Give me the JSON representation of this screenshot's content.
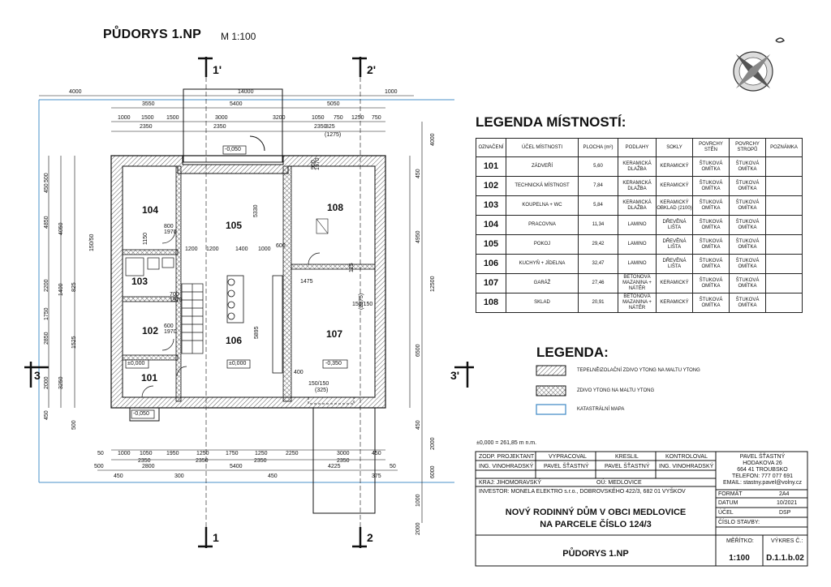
{
  "header": {
    "title": "PŮDORYS 1.NP",
    "scale": "M 1:100"
  },
  "sections": {
    "s1_top": "1'",
    "s1_bottom": "1",
    "s2_top": "2'",
    "s2_bottom": "2",
    "s3_left": "3",
    "s3_right": "3'"
  },
  "rooms_on_plan": [
    "101",
    "102",
    "103",
    "104",
    "105",
    "106",
    "107",
    "108"
  ],
  "levels": {
    "terrace": "-0,050",
    "main": "±0,000",
    "main2": "±0,000",
    "garage": "-0,350",
    "entry": "-0,050"
  },
  "dims": {
    "top_total": "14000",
    "top_left": "4000",
    "top_right": "1000",
    "top_row2": [
      "3550",
      "5400",
      "5050"
    ],
    "top_row3": [
      "1000",
      "1500",
      "1500",
      "3000",
      "3200",
      "1050",
      "750",
      "1250",
      "750"
    ],
    "top_row4": [
      "2350",
      "2350",
      "2350",
      "825",
      "(1275)"
    ],
    "bottom_row1": [
      "50",
      "1000",
      "1050",
      "1950",
      "1250",
      "1750",
      "1250",
      "2250",
      "3000",
      "450"
    ],
    "bottom_row2": [
      "2350",
      "2350",
      "2350",
      "2350"
    ],
    "bottom_row3": [
      "500",
      "2800",
      "5400",
      "4225",
      "50"
    ],
    "bottom_row4": [
      "450",
      "300",
      "450",
      "375"
    ],
    "left_col": [
      "500",
      "450",
      "4850",
      "4050",
      "150/50",
      "2200",
      "1400",
      "825",
      "1750",
      "2850",
      "1525",
      "2000",
      "3250",
      "450",
      "500"
    ],
    "right_col": [
      "4000",
      "450",
      "4950",
      "12500",
      "6500",
      "450",
      "2000",
      "6000",
      "1000",
      "2000"
    ],
    "inner": [
      "5330",
      "1200",
      "1200",
      "1400",
      "1000",
      "600",
      "1150",
      "1475",
      "125",
      "5895",
      "400",
      "150/150",
      "(325)",
      "150/150",
      "(2375)",
      "900",
      "1970",
      "800",
      "1970",
      "700",
      "1970",
      "600",
      "1970"
    ]
  },
  "legend_rooms": {
    "title": "LEGENDA MÍSTNOSTÍ:",
    "headers": [
      "OZNAČENÍ",
      "ÚČEL MÍSTNOSTI",
      "PLOCHA (m²)",
      "PODLAHY",
      "SOKLY",
      "POVRCHY STĚN",
      "POVRCHY STROPŮ",
      "POZNÁMKA"
    ],
    "rows": [
      [
        "101",
        "ZÁDVEŘÍ",
        "5,60",
        "KERAMICKÁ DLAŽBA",
        "KERAMICKÝ",
        "ŠTUKOVÁ OMÍTKA",
        "ŠTUKOVÁ OMÍTKA",
        ""
      ],
      [
        "102",
        "TECHNICKÁ MÍSTNOST",
        "7,84",
        "KERAMICKÁ DLAŽBA",
        "KERAMICKÝ",
        "ŠTUKOVÁ OMÍTKA",
        "ŠTUKOVÁ OMÍTKA",
        ""
      ],
      [
        "103",
        "KOUPELNA + WC",
        "5,84",
        "KERAMICKÁ DLAŽBA",
        "KERAMICKÝ OBKLAD (2100)",
        "ŠTUKOVÁ OMÍTKA",
        "ŠTUKOVÁ OMÍTKA",
        ""
      ],
      [
        "104",
        "PRACOVNA",
        "11,34",
        "LAMINO",
        "DŘEVĚNÁ LIŠTA",
        "ŠTUKOVÁ OMÍTKA",
        "ŠTUKOVÁ OMÍTKA",
        ""
      ],
      [
        "105",
        "POKOJ",
        "29,42",
        "LAMINO",
        "DŘEVĚNÁ LIŠTA",
        "ŠTUKOVÁ OMÍTKA",
        "ŠTUKOVÁ OMÍTKA",
        ""
      ],
      [
        "106",
        "KUCHYŇ + JÍDELNA",
        "32,47",
        "LAMINO",
        "DŘEVĚNÁ LIŠTA",
        "ŠTUKOVÁ OMÍTKA",
        "ŠTUKOVÁ OMÍTKA",
        ""
      ],
      [
        "107",
        "GARÁŽ",
        "27,46",
        "BETONOVÁ MAZANINA + NÁTĚR",
        "KERAMICKÝ",
        "ŠTUKOVÁ OMÍTKA",
        "ŠTUKOVÁ OMÍTKA",
        ""
      ],
      [
        "108",
        "SKLAD",
        "20,91",
        "BETONOVÁ MAZANINA + NÁTĚR",
        "KERAMICKÝ",
        "ŠTUKOVÁ OMÍTKA",
        "ŠTUKOVÁ OMÍTKA",
        ""
      ]
    ]
  },
  "legend": {
    "title": "LEGENDA:",
    "items": [
      "TEPELNĚIZOLAČNÍ ZDIVO YTONG NA MALTU YTONG",
      "ZDIVO YTONG NA MALTU YTONG",
      "KATASTRÁLNÍ MAPA"
    ]
  },
  "titleblock": {
    "elevation_note": "±0,000 = 261,85 m n.m.",
    "roles": [
      "ZODP. PROJEKTANT",
      "VYPRACOVAL",
      "KRESLIL",
      "KONTROLOVAL"
    ],
    "names": [
      "ING. VINOHRADSKÝ",
      "PAVEL ŠŤASTNÝ",
      "PAVEL ŠŤASTNÝ",
      "ING. VINOHRADSKÝ"
    ],
    "author": [
      "PAVEL ŠŤASTNÝ",
      "HODAKOVA 26",
      "664 41 TROUBSKO",
      "TELEFON: 777 077 691",
      "EMAIL: stastny.pavel@volny.cz"
    ],
    "kraj": "KRAJ: JIHOMORAVSKÝ",
    "ou": "OÚ: MEDLOVICE",
    "investor": "INVESTOR: MONELA ELEKTRO s.r.o., DOBROVSKÉHO 422/3, 682 01 VYŠKOV",
    "project": [
      "NOVÝ RODINNÝ DŮM V OBCI MEDLOVICE",
      "NA PARCELE ČÍSLO 124/3"
    ],
    "drawing": "PŮDORYS 1.NP",
    "format_label": "FORMÁT",
    "format": "2A4",
    "date_label": "DATUM",
    "date": "10/2021",
    "purpose_label": "ÚČEL",
    "purpose": "DSP",
    "building_label": "ČÍSLO STAVBY:",
    "building": "",
    "scale_label": "MĚŘÍTKO:",
    "scale": "1:100",
    "sheet_label": "VÝKRES Č.:",
    "sheet": "D.1.1.b.02"
  }
}
